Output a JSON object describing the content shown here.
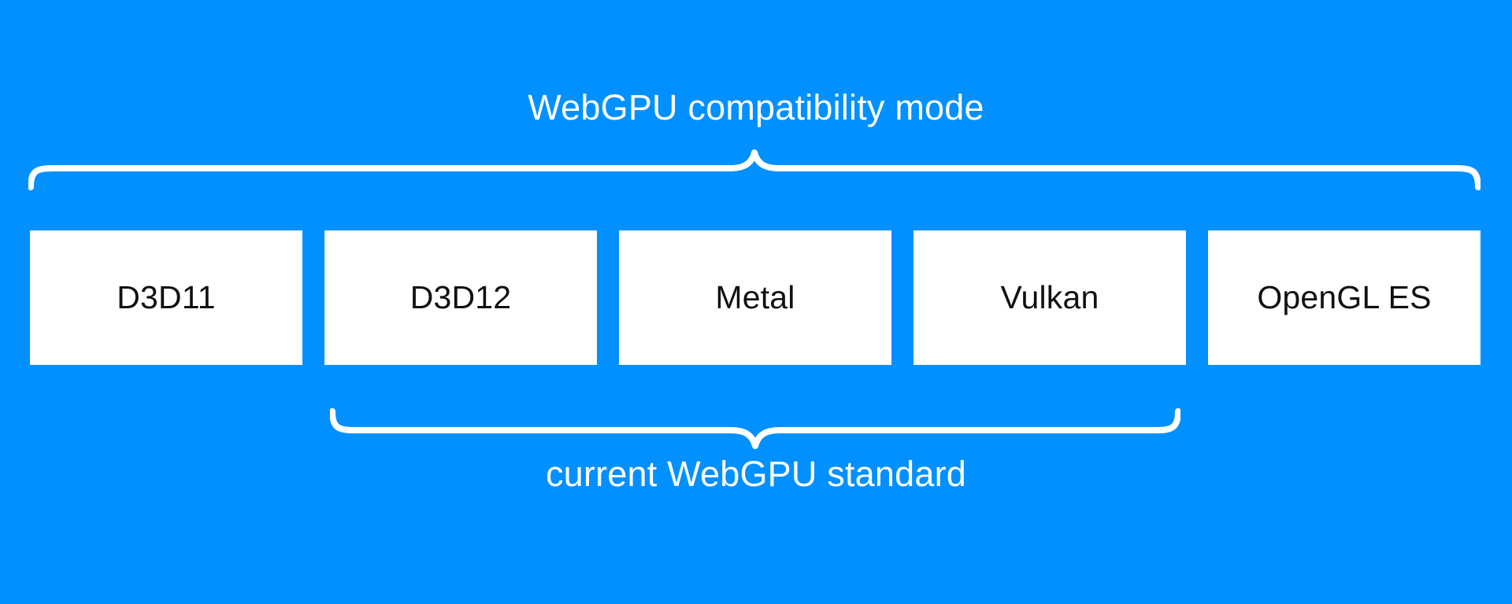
{
  "colors": {
    "background": "#0190ff",
    "box_bg": "#ffffff",
    "box_text": "#111111",
    "accent_text": "#ffffff",
    "brace": "#ffffff"
  },
  "top_annotation": {
    "label": "WebGPU compatibility mode"
  },
  "bottom_annotation": {
    "label": "current WebGPU standard"
  },
  "boxes": [
    {
      "label": "D3D11"
    },
    {
      "label": "D3D12"
    },
    {
      "label": "Metal"
    },
    {
      "label": "Vulkan"
    },
    {
      "label": "OpenGL ES"
    }
  ]
}
